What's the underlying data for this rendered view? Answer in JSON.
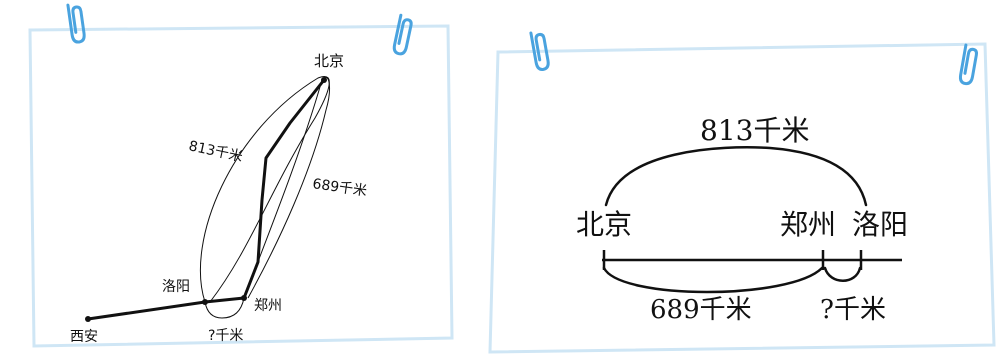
{
  "map_card": {
    "cities": {
      "beijing": "北京",
      "luoyang": "洛阳",
      "zhengzhou": "郑州",
      "xian": "西安"
    },
    "distances": {
      "beijing_luoyang": "813千米",
      "beijing_zhengzhou": "689千米",
      "zhengzhou_luoyang": "?千米"
    }
  },
  "line_card": {
    "cities": {
      "beijing": "北京",
      "zhengzhou": "郑州",
      "luoyang": "洛阳"
    },
    "distances": {
      "beijing_luoyang": "813千米",
      "beijing_zhengzhou": "689千米",
      "zhengzhou_luoyang": "?千米"
    }
  },
  "colors": {
    "paper": "#ffffff",
    "paper_border": "#cfe6f5",
    "clip": "#4aa3df",
    "ink": "#111111"
  }
}
